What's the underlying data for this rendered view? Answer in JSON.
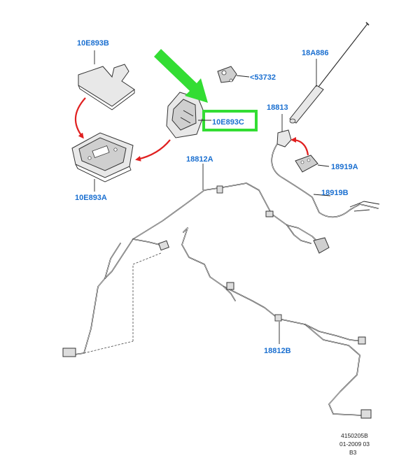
{
  "labels": {
    "p10E893B_top": "10E893B",
    "p10E893A": "10E893A",
    "p10E893C": "10E893C",
    "p53732": "<53732",
    "p18A886": "18A886",
    "p18813": "18813",
    "p18919A": "18919A",
    "p18919B": "18919B",
    "p18812A": "18812A",
    "p18812B": "18812B"
  },
  "footer": {
    "line1": "4150205B",
    "line2": "01-2009 03",
    "line3": "B3"
  },
  "colors": {
    "label": "#1a6fd0",
    "callout_arrow": "#e02020",
    "highlight": "#33dd33",
    "line": "#222222"
  }
}
